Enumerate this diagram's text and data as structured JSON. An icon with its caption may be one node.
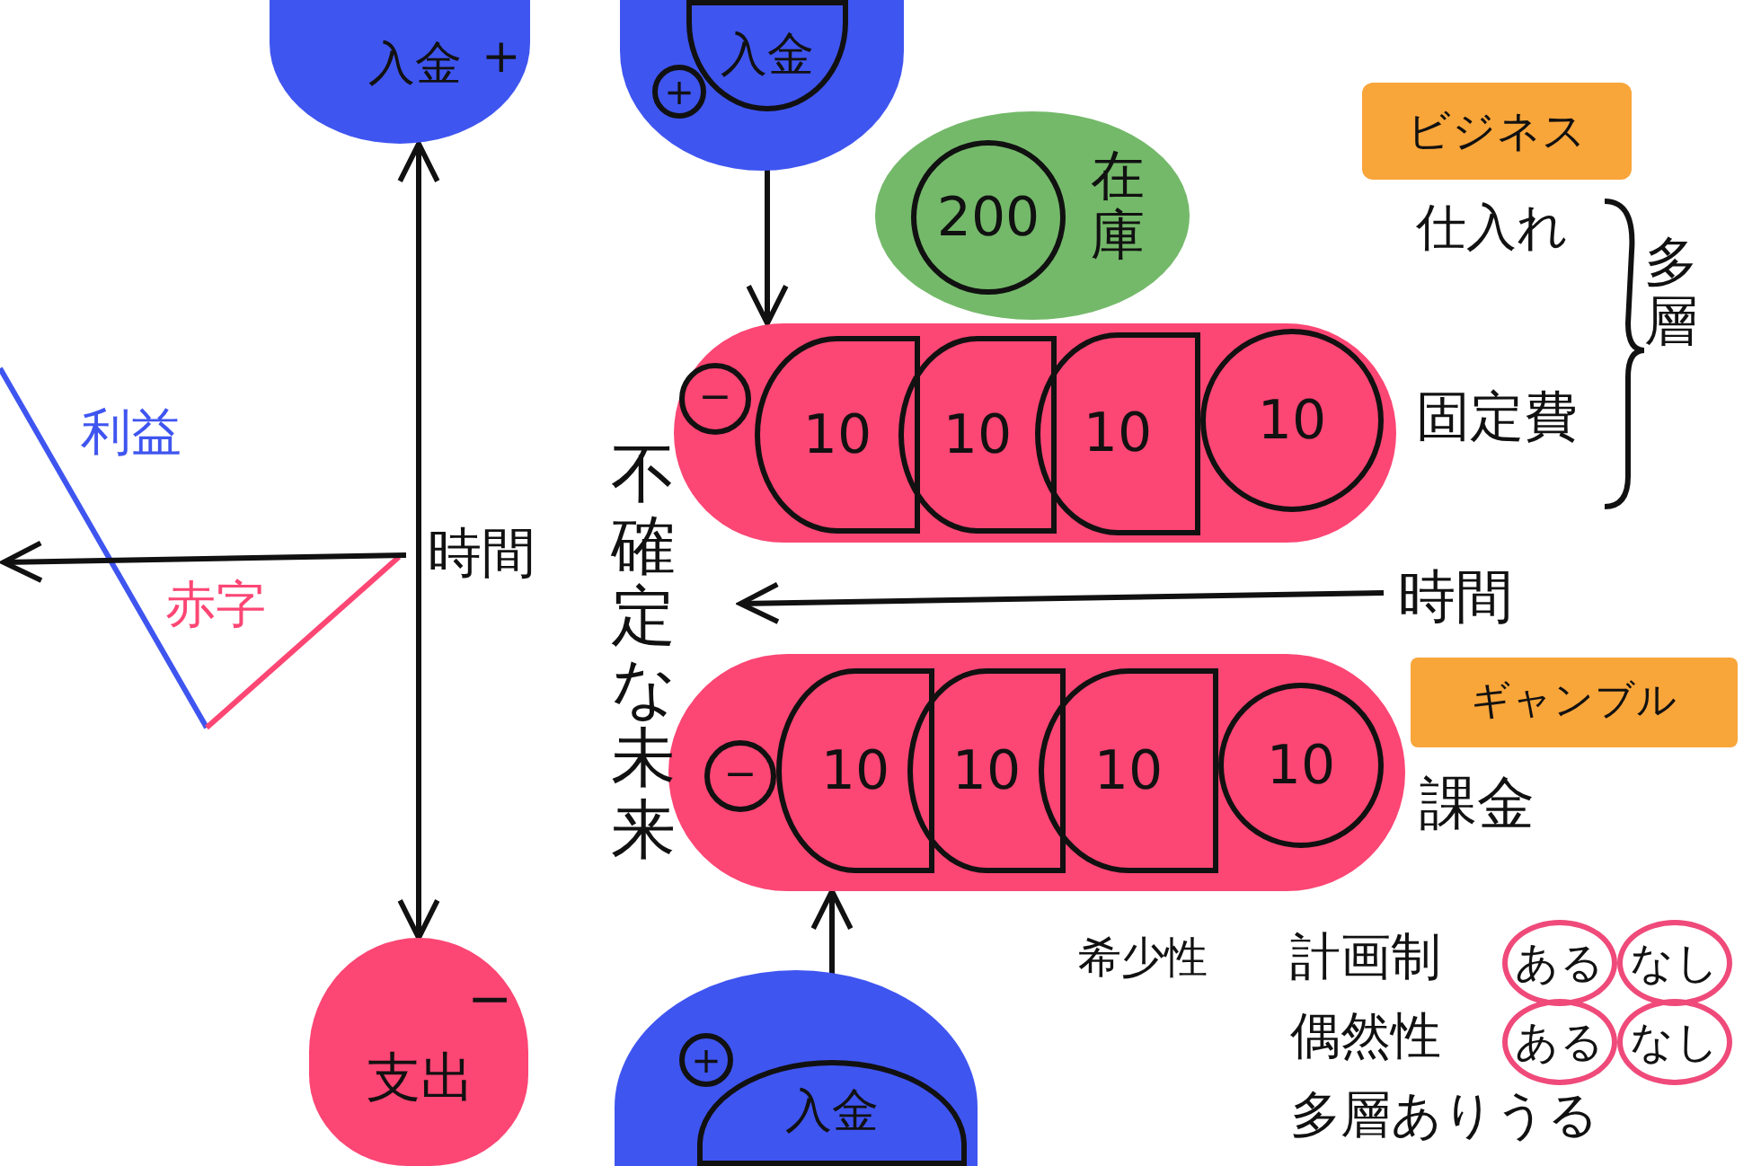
{
  "diagram": {
    "nodes": [
      {
        "text": [
          "入金",
          "+"
        ]
      },
      {
        "text": [
          "支出",
          "−"
        ]
      },
      {
        "text": [],
        "shape": "circle"
      },
      {
        "text": [
          "入金"
        ],
        "in": 2
      },
      {
        "text": [
          "+"
        ],
        "in": 2
      },
      {
        "text": [
          "在庫"
        ]
      },
      {
        "text": [
          "200"
        ],
        "in": 5
      },
      {
        "text": [],
        "shape": "box"
      },
      {
        "text": [
          "−"
        ],
        "in": 7
      },
      {
        "text": [
          "10"
        ],
        "in": 7
      },
      {
        "text": [
          "10"
        ],
        "in": 7
      },
      {
        "text": [
          "10"
        ],
        "in": 7
      },
      {
        "text": [
          "10"
        ],
        "in": 7
      },
      {
        "text": [
          "ビジネス"
        ]
      },
      {
        "text": [
          "ギャンブル"
        ]
      },
      {
        "text": [],
        "shape": "box"
      },
      {
        "text": [
          "−"
        ],
        "in": 15
      },
      {
        "text": [
          "10"
        ],
        "in": 15
      },
      {
        "text": [
          "10"
        ],
        "in": 15
      },
      {
        "text": [
          "10"
        ],
        "in": 15
      },
      {
        "text": [
          "10"
        ],
        "in": 15
      },
      {
        "text": [],
        "shape": "circle"
      },
      {
        "text": [
          "+"
        ],
        "in": 21
      },
      {
        "text": [
          "入金"
        ],
        "in": 21
      },
      {
        "text": [
          "ある"
        ]
      },
      {
        "text": [
          "なし"
        ]
      },
      {
        "text": [
          "ある"
        ]
      },
      {
        "text": [
          "なし"
        ]
      }
    ],
    "edges": [
      {
        "from": 0,
        "to": 1,
        "arrow": "both"
      },
      {
        "from": 3,
        "to": 7,
        "arrow": "to"
      },
      {
        "from": 23,
        "to": 15,
        "arrow": "to"
      }
    ],
    "labels": [
      "利益",
      "時間",
      "赤字",
      "仕入れ",
      "多層",
      "固定費",
      "不確定な未来",
      "時間",
      "課金",
      "希少性",
      "計画制",
      "偶然性",
      "多層ありうる"
    ]
  }
}
